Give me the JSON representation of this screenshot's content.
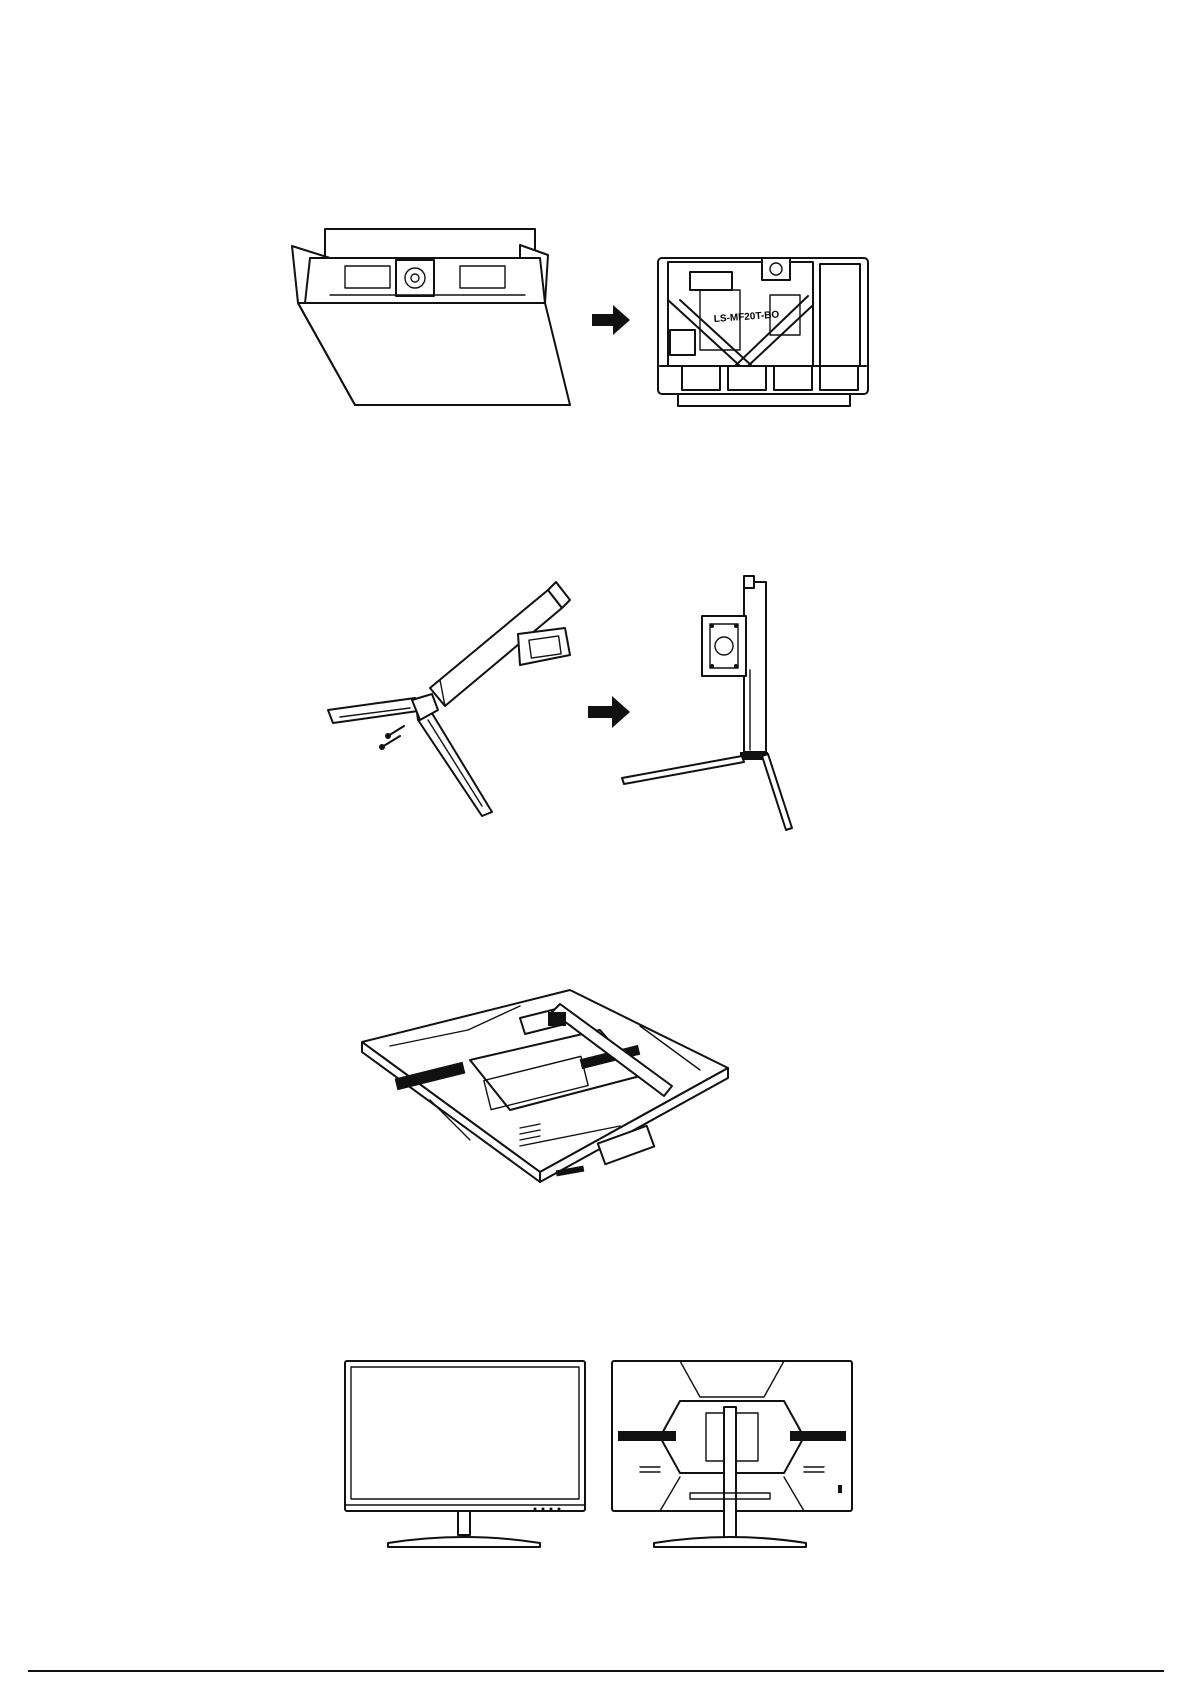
{
  "diagram": {
    "steps": [
      {
        "id": 1,
        "left": "open-box-icon",
        "right": "foam-tray-icon"
      },
      {
        "id": 2,
        "left": "stand-parts-icon",
        "right": "assembled-stand-icon"
      },
      {
        "id": 3,
        "main": "monitor-rear-stand-attached-icon"
      },
      {
        "id": 4,
        "left": "monitor-front-view-icon",
        "right": "monitor-rear-view-icon"
      }
    ],
    "arrow_icon": "right-arrow-icon",
    "tray_label": "LS-MF20T-BO",
    "colors": {
      "line": "#111111",
      "background": "#ffffff"
    }
  }
}
